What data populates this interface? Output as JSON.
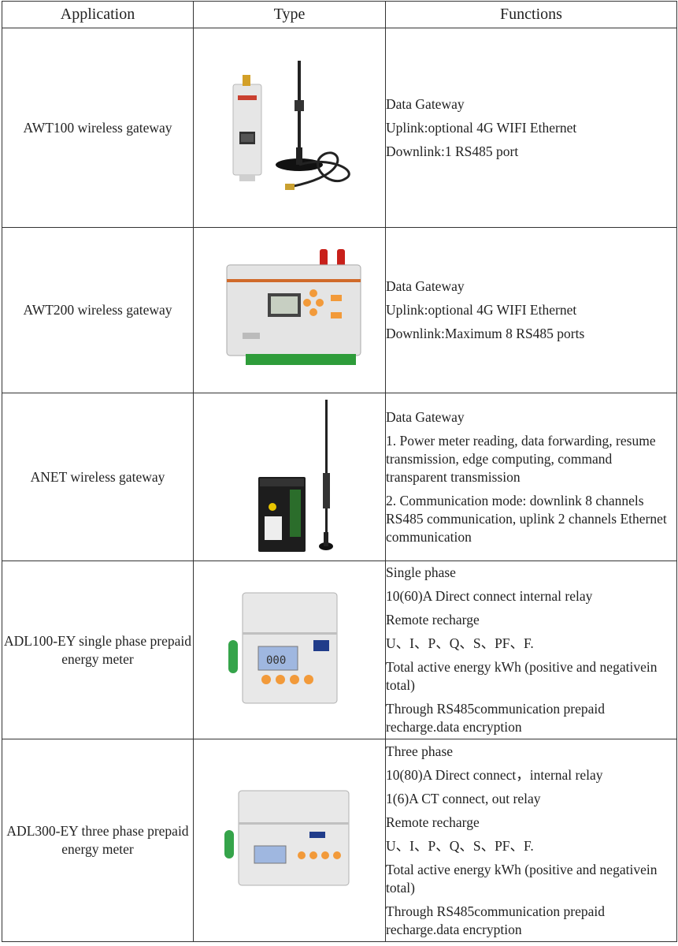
{
  "headers": [
    "Application",
    "Type",
    "Functions"
  ],
  "rows": [
    {
      "application": "AWT100 wireless gateway",
      "device_icon": "din-rail-gateway-with-antenna",
      "functions": [
        "Data Gateway",
        "Uplink:optional 4G WIFI Ethernet",
        "Downlink:1  RS485 port"
      ]
    },
    {
      "application": "AWT200 wireless gateway",
      "device_icon": "din-rail-gateway-with-lcd",
      "functions": [
        "Data Gateway",
        "Uplink:optional 4G WIFI Ethernet",
        "Downlink:Maximum 8  RS485 ports"
      ]
    },
    {
      "application": "ANET wireless gateway",
      "device_icon": "black-gateway-with-antenna",
      "functions": [
        "Data Gateway",
        "1. Power meter reading, data forwarding, resume transmission, edge computing, command transparent transmission",
        "2. Communication mode: downlink 8 channels RS485 communication, uplink 2 channels Ethernet communication"
      ]
    },
    {
      "application": "ADL100-EY single phase prepaid energy meter",
      "device_icon": "single-phase-meter",
      "functions": [
        "Single phase",
        "10(60)A Direct connect internal relay",
        "Remote recharge",
        "U、I、P、Q、S、PF、F.",
        "Total active energy kWh (positive and negativein total)",
        "Through RS485communication prepaid recharge.data encryption"
      ]
    },
    {
      "application": "ADL300-EY three phase prepaid energy meter",
      "device_icon": "three-phase-meter",
      "functions": [
        "Three phase",
        "10(80)A Direct connect，internal relay",
        "1(6)A CT connect, out relay",
        "Remote recharge",
        "U、I、P、Q、S、PF、F.",
        "Total active energy kWh (positive and negativein total)",
        "Through RS485communication prepaid recharge.data encryption"
      ]
    }
  ]
}
